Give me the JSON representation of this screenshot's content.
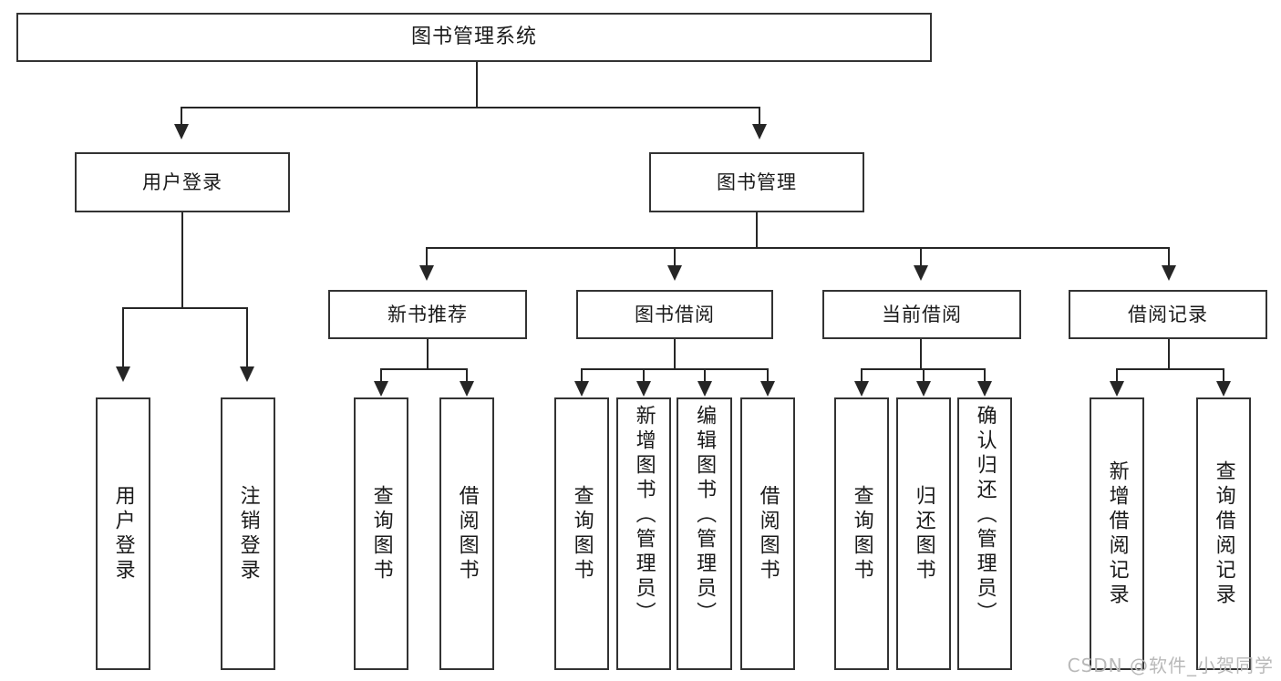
{
  "diagram": {
    "title": "图书管理系统",
    "watermark": "CSDN @软件_小贺同学",
    "root": {
      "label": "图书管理系统"
    },
    "level2": [
      {
        "label": "用户登录"
      },
      {
        "label": "图书管理"
      }
    ],
    "level3": [
      {
        "label": "新书推荐"
      },
      {
        "label": "图书借阅"
      },
      {
        "label": "当前借阅"
      },
      {
        "label": "借阅记录"
      }
    ],
    "leaves": {
      "user_login": [
        {
          "label": "用户登录"
        },
        {
          "label": "注销登录"
        }
      ],
      "new_book_recommend": [
        {
          "label": "查询图书"
        },
        {
          "label": "借阅图书"
        }
      ],
      "book_borrow": [
        {
          "label": "查询图书"
        },
        {
          "label": "新增图书（管理员）"
        },
        {
          "label": "编辑图书（管理员）"
        },
        {
          "label": "借阅图书"
        }
      ],
      "current_borrow": [
        {
          "label": "查询图书"
        },
        {
          "label": "归还图书"
        },
        {
          "label": "确认归还（管理员）"
        }
      ],
      "borrow_record": [
        {
          "label": "新增借阅记录"
        },
        {
          "label": "查询借阅记录"
        }
      ]
    },
    "colors": {
      "box_border": "#333333",
      "line": "#262626",
      "background": "#ffffff",
      "text": "#1a1a1a",
      "watermark": "#b9b9b9"
    }
  }
}
